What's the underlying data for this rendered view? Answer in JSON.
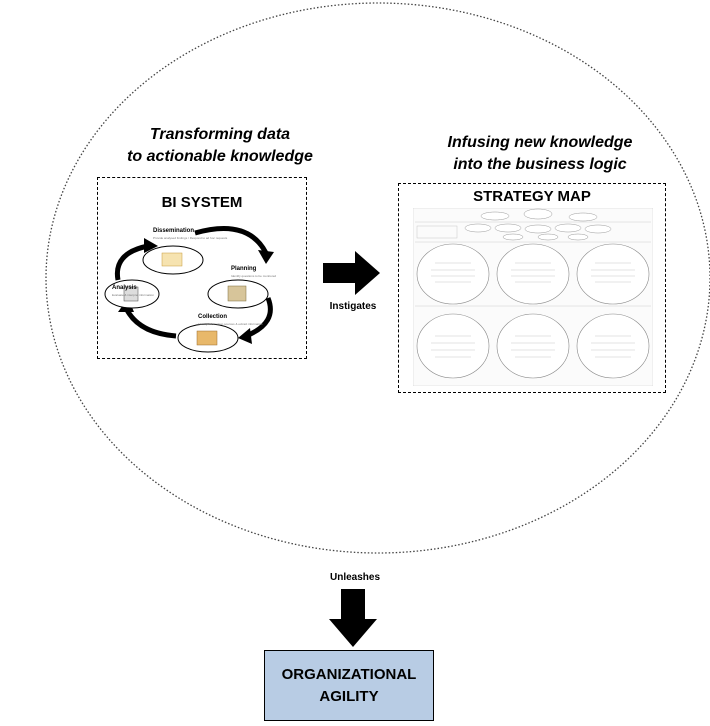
{
  "left_heading": {
    "line1": "Transforming data",
    "line2": "to actionable knowledge"
  },
  "right_heading": {
    "line1": "Infusing new knowledge",
    "line2": "into the business logic"
  },
  "bi_system": {
    "title": "BI SYSTEM",
    "stages": [
      {
        "label": "Dissemination",
        "sub": "Provide analysed findings / Respond to ad hoc requests"
      },
      {
        "label": "Planning",
        "sub": "Identify questions to be monitored"
      },
      {
        "label": "Collection",
        "sub": "Identify information sources & extract information"
      },
      {
        "label": "Analysis",
        "sub": "Evaluate & interpret information"
      }
    ]
  },
  "strategy_map": {
    "title": "STRATEGY MAP"
  },
  "instigates_label": "Instigates",
  "unleashes_label": "Unleashes",
  "outcome": {
    "line1": "ORGANIZATIONAL",
    "line2": "AGILITY"
  }
}
